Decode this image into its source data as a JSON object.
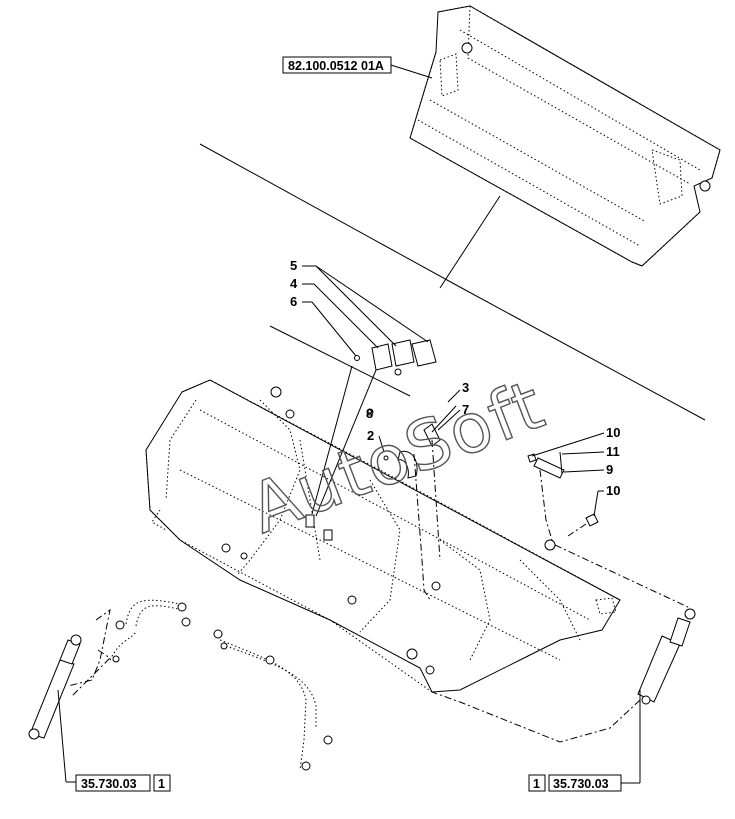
{
  "references": {
    "bucket_ref": "82.100.0512 01A",
    "left_cylinder_ref": "35.730.03",
    "left_cylinder_qty": "1",
    "right_cylinder_ref": "35.730.03",
    "right_cylinder_qty": "1"
  },
  "callouts": [
    "5",
    "4",
    "6",
    "3",
    "8",
    "7",
    "2",
    "10",
    "11",
    "9",
    "10"
  ],
  "watermark": "AutoSoft"
}
